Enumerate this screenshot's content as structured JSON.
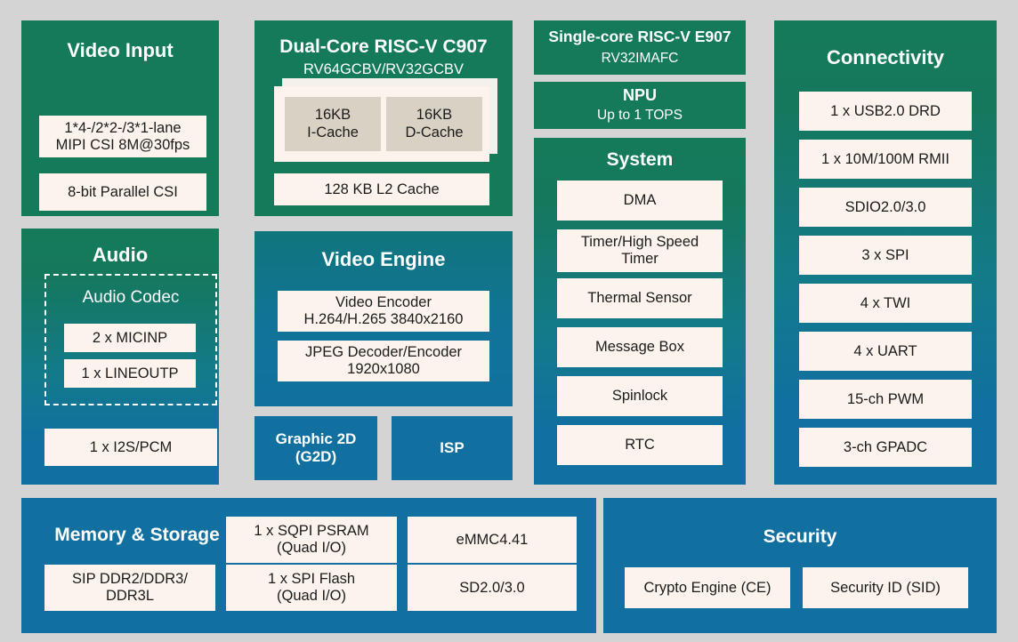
{
  "theme": {
    "background": "#d4d4d4",
    "green": "#157a5a",
    "blue": "#11709f",
    "card_bg": "#fcf4ec",
    "cache_bg": "#d9d2c4",
    "text_light": "#ffffff",
    "text_dark": "#1b1b1b"
  },
  "video_input": {
    "title": "Video Input",
    "items": [
      "1*4-/2*2-/3*1-lane\nMIPI CSI 8M@30fps",
      "8-bit Parallel CSI"
    ]
  },
  "audio": {
    "title": "Audio",
    "codec_title": "Audio Codec",
    "codec_items": [
      "2 x MICINP",
      "1 x LINEOUTP"
    ],
    "items": [
      "1 x I2S/PCM"
    ]
  },
  "cpu": {
    "title": "Dual-Core RISC-V C907",
    "subtitle": "RV64GCBV/RV32GCBV",
    "caches": [
      "16KB\nI-Cache",
      "16KB\nD-Cache"
    ],
    "l2": "128 KB L2 Cache"
  },
  "video_engine": {
    "title": "Video Engine",
    "items": [
      "Video Encoder\nH.264/H.265 3840x2160",
      "JPEG Decoder/Encoder\n1920x1080"
    ]
  },
  "accelerators": [
    {
      "label": "Graphic 2D\n(G2D)"
    },
    {
      "label": "ISP"
    }
  ],
  "mcu": {
    "title": "Single-core RISC-V E907",
    "subtitle": "RV32IMAFC"
  },
  "npu": {
    "title": "NPU",
    "subtitle": "Up to 1 TOPS"
  },
  "system": {
    "title": "System",
    "items": [
      "DMA",
      "Timer/High Speed\nTimer",
      "Thermal Sensor",
      "Message Box",
      "Spinlock",
      "RTC"
    ]
  },
  "connectivity": {
    "title": "Connectivity",
    "items": [
      "1 x USB2.0 DRD",
      "1 x 10M/100M RMII",
      "SDIO2.0/3.0",
      "3 x SPI",
      "4 x TWI",
      "4 x UART",
      "15-ch PWM",
      "3-ch GPADC"
    ]
  },
  "memory": {
    "title": "Memory & Storage",
    "items": [
      "SIP DDR2/DDR3/\nDDR3L",
      "1 x SQPI PSRAM\n(Quad I/O)",
      "1 x SPI Flash\n(Quad I/O)",
      "eMMC4.41",
      "SD2.0/3.0"
    ]
  },
  "security": {
    "title": "Security",
    "items": [
      "Crypto Engine (CE)",
      "Security ID (SID)"
    ]
  }
}
